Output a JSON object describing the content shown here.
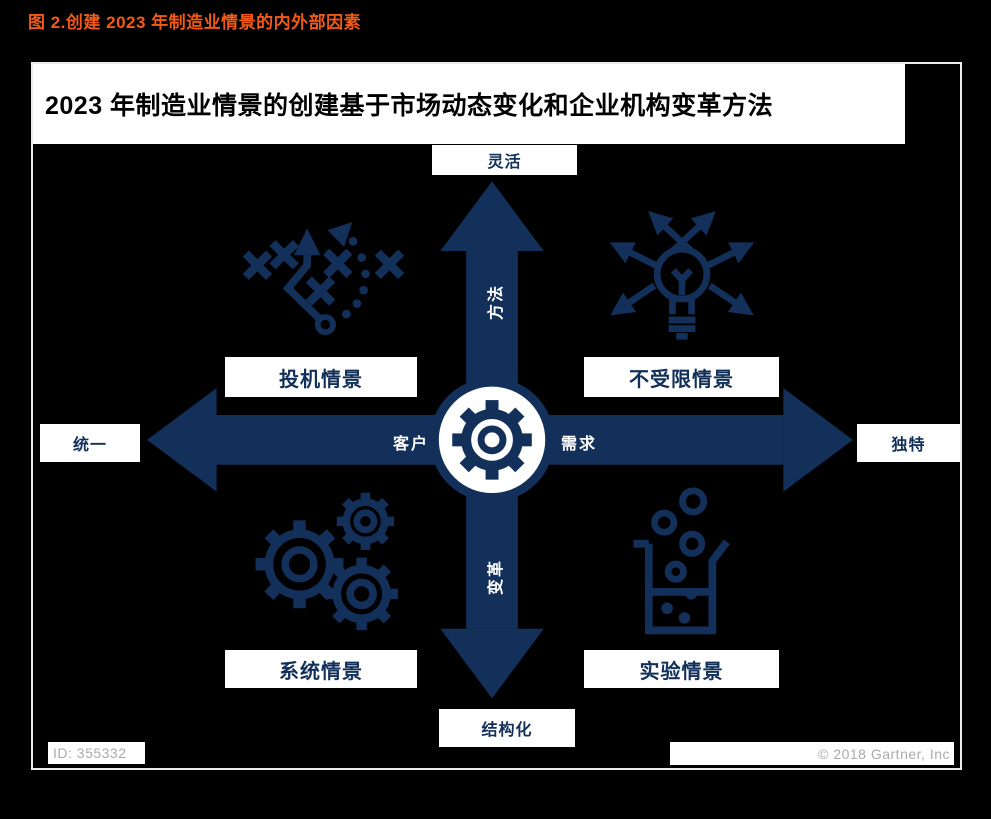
{
  "page": {
    "figure_caption": "图 2.创建 2023 年制造业情景的内外部因素"
  },
  "figure": {
    "title": "2023 年制造业情景的创建基于市场动态变化和企业机构变革方法",
    "axes": {
      "top_label": "灵活",
      "bottom_label": "结构化",
      "left_label": "统一",
      "right_label": "独特",
      "vertical_top": "方法",
      "vertical_bottom": "变革",
      "horizontal_left": "客户",
      "horizontal_right": "需求"
    },
    "center_icon": "gear-icon",
    "quadrants": [
      {
        "label": "投机情景",
        "icon": "strategy-play-icon"
      },
      {
        "label": "不受限情景",
        "icon": "lightbulb-arrows-icon"
      },
      {
        "label": "系统情景",
        "icon": "gears-icon"
      },
      {
        "label": "实验情景",
        "icon": "beaker-flask-icon"
      }
    ],
    "footer": {
      "id": "ID: 355332",
      "copyright": "© 2018 Gartner, Inc"
    },
    "colors": {
      "navy": "#13305A",
      "orange": "#F05A14",
      "white": "#FFFFFF",
      "footer_gray": "#ABABAB"
    }
  }
}
